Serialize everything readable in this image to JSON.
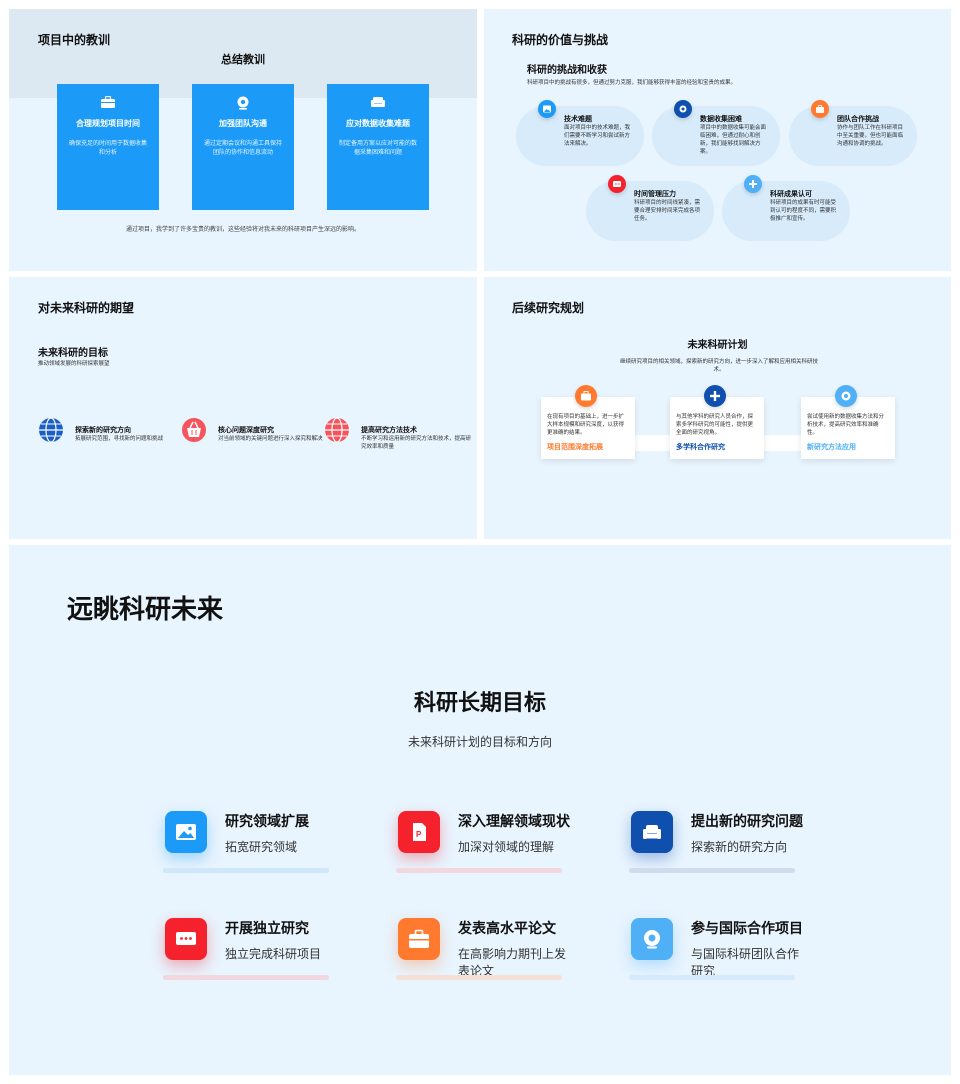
{
  "slide1": {
    "title": "项目中的教训",
    "subtitle": "总结教训",
    "cards": [
      {
        "icon": "briefcase-icon",
        "title": "合理规划项目时间",
        "desc": "确保充足的时间用于数据收集和分析"
      },
      {
        "icon": "location-icon",
        "title": "加强团队沟通",
        "desc": "通过定期会议和沟通工具保持团队的协作和信息流动"
      },
      {
        "icon": "couch-icon",
        "title": "应对数据收集难题",
        "desc": "制定备用方案以应对可能的数据采集困难和问题"
      }
    ],
    "footer": "通过项目，我学到了许多宝贵的教训，这些经验将对我未来的科研项目产生深远的影响。"
  },
  "slide2": {
    "title": "科研的价值与挑战",
    "subtitle": "科研的挑战和收获",
    "intro": "科研项目中的挑战有很多，但通过努力克服，我们能够获得丰富的经验和宝贵的成果。",
    "items": [
      {
        "icon": "image-icon",
        "color": "#1b9af7",
        "title": "技术难题",
        "desc": "面对项目中的技术难题，我们需要不断学习和尝试新方法来解决。"
      },
      {
        "icon": "target-icon",
        "color": "#0f4fae",
        "title": "数据收集困难",
        "desc": "项目中的数据收集可能会面临困难，但通过耐心和创新，我们能够找到解决方案。"
      },
      {
        "icon": "briefcase-icon",
        "color": "#ff7a2f",
        "title": "团队合作挑战",
        "desc": "协作与团队工作在科研项目中至关重要，但也可能面临沟通和协调的挑战。"
      },
      {
        "icon": "chat-icon",
        "color": "#f5222d",
        "title": "时间管理压力",
        "desc": "科研项目的时间线紧凑，需要合理安排时间来完成各项任务。"
      },
      {
        "icon": "plus-icon",
        "color": "#4fb0f5",
        "title": "科研成果认可",
        "desc": "科研项目的成果有时可能受到认可的程度不同，需要积极推广和宣传。"
      }
    ]
  },
  "slide3": {
    "title": "对未来科研的期望",
    "subtitle": "未来科研的目标",
    "intro": "推动领域发展的科研探索展望",
    "items": [
      {
        "icon": "globe-icon",
        "title": "探索新的研究方向",
        "desc": "拓展研究范围，寻找新的问题和挑战"
      },
      {
        "icon": "basket-icon",
        "title": "核心问题深度研究",
        "desc": "对当前领域的关键问题进行深入探究和解决"
      },
      {
        "icon": "globe-icon",
        "title": "提高研究方法技术",
        "desc": "不断学习和运用新的研究方法和技术，提高研究效率和质量"
      }
    ]
  },
  "slide4": {
    "title": "后续研究规划",
    "subtitle": "未来科研计划",
    "intro": "继续研究项目的相关领域，探索新的研究方向，进一步深入了解和应用相关科研技术。",
    "items": [
      {
        "icon": "briefcase-icon",
        "color": "#ff7a2f",
        "desc": "在现有项目的基础上，进一步扩大样本规模和研究深度，以获得更准确的结果。",
        "label": "项目范围深度拓展"
      },
      {
        "icon": "plus-icon",
        "color": "#0f4fae",
        "desc": "与其他学科的研究人员合作，探索多学科研究的可能性，提供更全面的研究视角。",
        "label": "多学科合作研究"
      },
      {
        "icon": "target-icon",
        "color": "#4fb0f5",
        "desc": "尝试使用新的数据收集方法和分析技术，提高研究效率和准确性。",
        "label": "新研究方法应用"
      }
    ]
  },
  "slide5": {
    "title": "远眺科研未来",
    "subtitle": "科研长期目标",
    "intro": "未来科研计划的目标和方向",
    "items": [
      {
        "icon": "image-icon",
        "color": "#1b9af7",
        "bar": "#cfe6fb",
        "title": "研究领域扩展",
        "desc": "拓宽研究领域"
      },
      {
        "icon": "document-icon",
        "color": "#f5222d",
        "bar": "#f2d8de",
        "title": "深入理解领域现状",
        "desc": "加深对领域的理解"
      },
      {
        "icon": "couch-icon",
        "color": "#0f4fae",
        "bar": "#cfdcee",
        "title": "提出新的研究问题",
        "desc": "探索新的研究方向"
      },
      {
        "icon": "chat-icon",
        "color": "#f5222d",
        "bar": "#f2d8de",
        "title": "开展独立研究",
        "desc": "独立完成科研项目"
      },
      {
        "icon": "briefcase-icon",
        "color": "#ff7a2f",
        "bar": "#f5e0d6",
        "title": "发表高水平论文",
        "desc": "在高影响力期刊上发表论文"
      },
      {
        "icon": "target-icon",
        "color": "#4fb0f5",
        "bar": "#d5eafb",
        "title": "参与国际合作项目",
        "desc": "与国际科研团队合作研究"
      }
    ]
  }
}
